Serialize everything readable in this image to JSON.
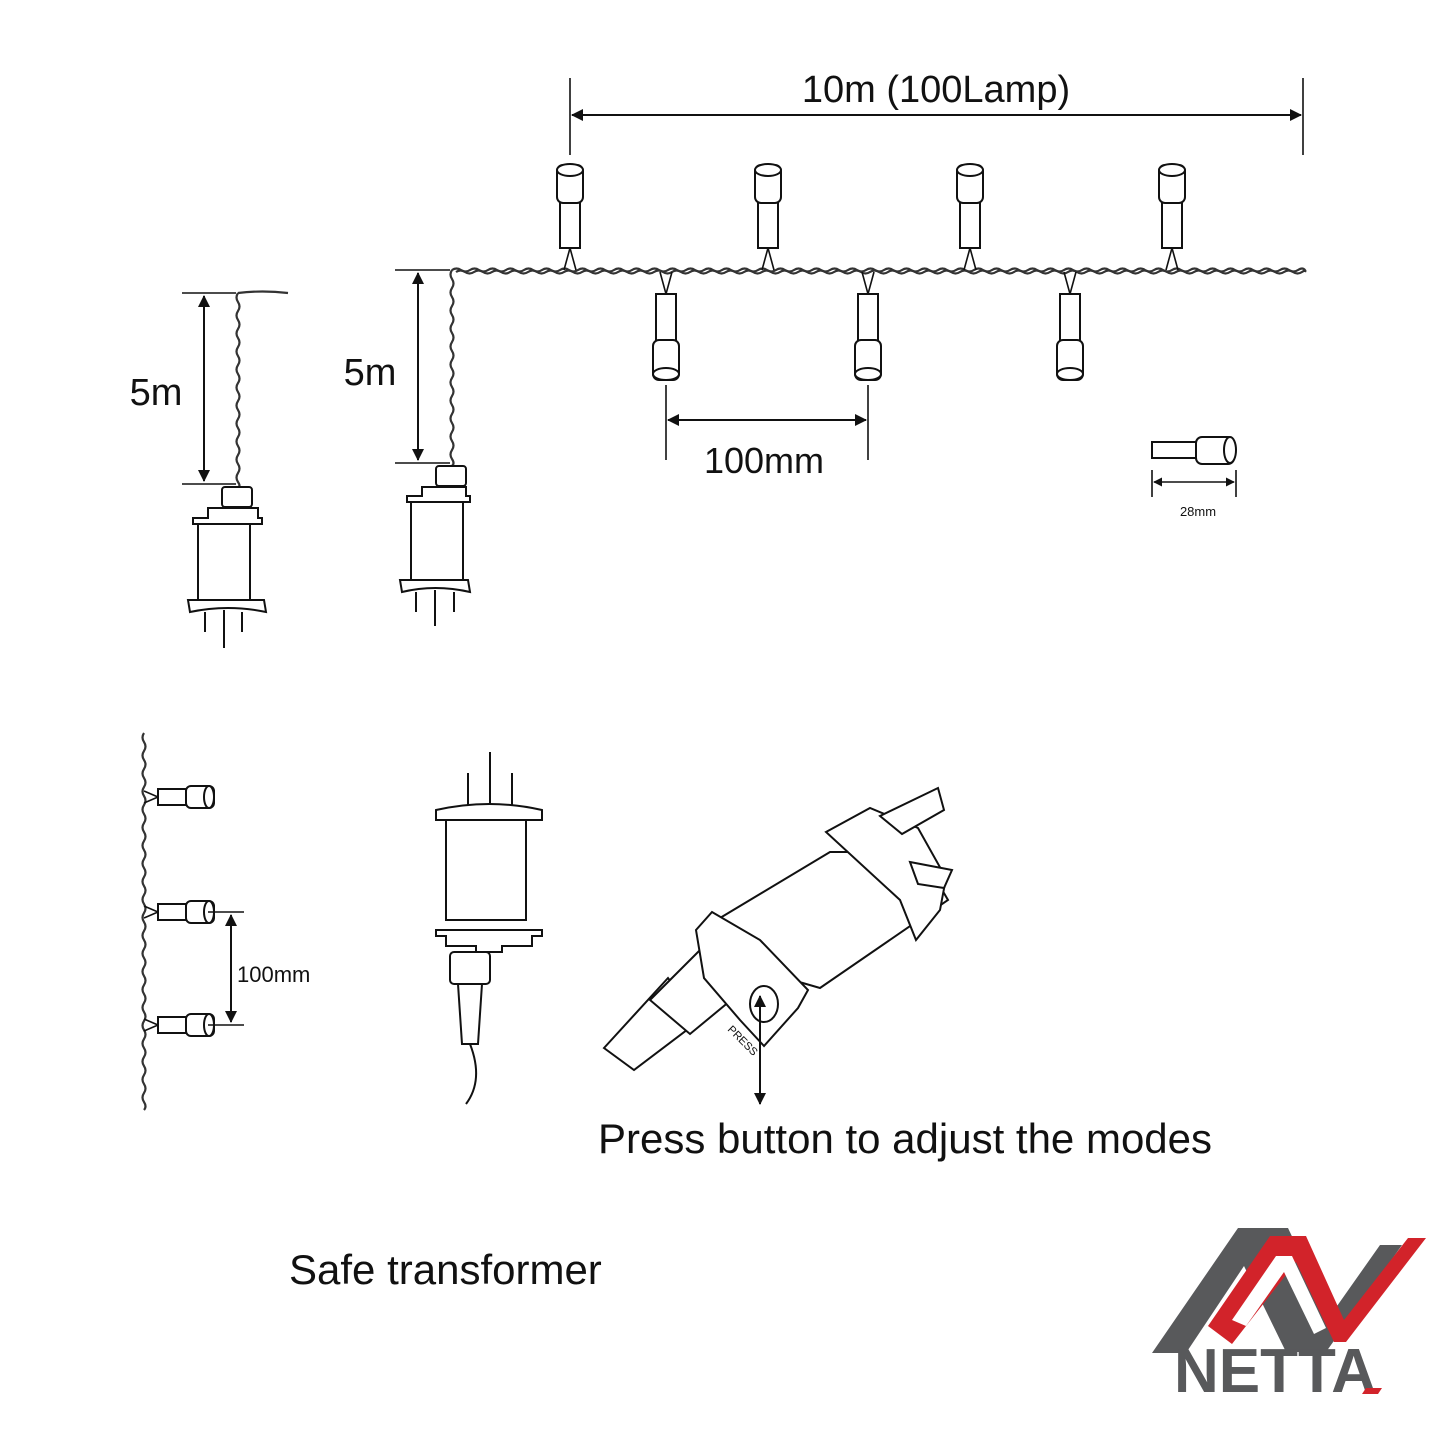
{
  "labels": {
    "total_length": "10m (100Lamp)",
    "lead_left": "5m",
    "lead_right": "5m",
    "spacing_main": "100mm",
    "bulb_length": "28mm",
    "spacing_side": "100mm",
    "press": "PRESS",
    "instruction": "Press button to adjust the modes",
    "caption": "Safe transformer"
  },
  "logo": {
    "text": "NETTA",
    "colors": {
      "gray": "#58595b",
      "red": "#d2232a"
    }
  }
}
